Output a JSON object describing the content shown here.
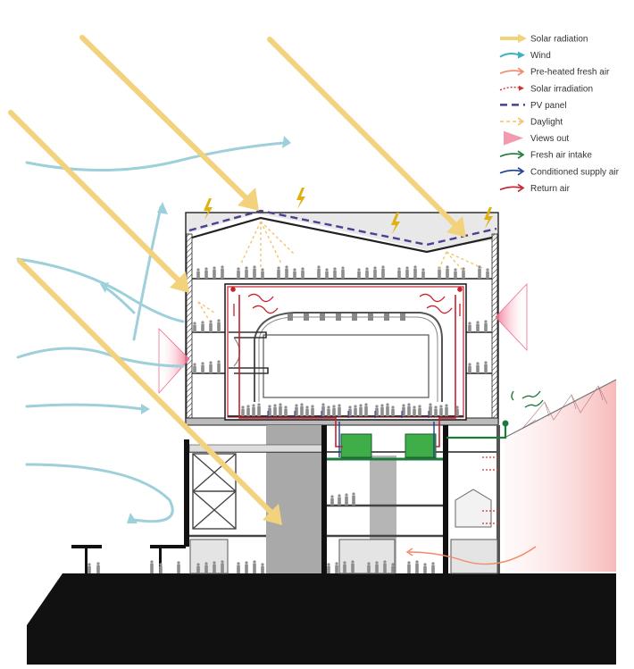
{
  "legend": {
    "items": [
      {
        "key": "solar-radiation",
        "label": "Solar radiation",
        "symbol": "thick-arrow",
        "color": "#F2D27C"
      },
      {
        "key": "wind",
        "label": "Wind",
        "symbol": "curved-arrow",
        "color": "#3FB0C0"
      },
      {
        "key": "pre-heated-fresh-air",
        "label": "Pre-heated fresh air",
        "symbol": "arrow",
        "color": "#F08A6A"
      },
      {
        "key": "solar-irradiation",
        "label": "Solar irradiation",
        "symbol": "dotted-arrow",
        "color": "#D0342C"
      },
      {
        "key": "pv-panel",
        "label": "PV panel",
        "symbol": "dash",
        "color": "#4B3F8F"
      },
      {
        "key": "daylight",
        "label": "Daylight",
        "symbol": "dashed-arrow",
        "color": "#F2C46B"
      },
      {
        "key": "views-out",
        "label": "Views out",
        "symbol": "triangle",
        "color": "#F29AAF"
      },
      {
        "key": "fresh-air-intake",
        "label": "Fresh air intake",
        "symbol": "arrow",
        "color": "#1E7A3C"
      },
      {
        "key": "conditioned-supply-air",
        "label": "Conditioned supply air",
        "symbol": "arrow",
        "color": "#1F3F8F"
      },
      {
        "key": "return-air",
        "label": "Return air",
        "symbol": "arrow",
        "color": "#C8202E"
      }
    ]
  },
  "colors": {
    "solar": "#F2D27C",
    "wind": "#9DD0DA",
    "ground": "#111111",
    "structure": "#222222",
    "roof_fill": "#E6E6E6",
    "duct_red": "#C8202E",
    "duct_green": "#1E7A3C",
    "duct_blue": "#1F3F8F",
    "ahu_green": "#3FAE49",
    "column_grey": "#A9A9A9",
    "people_grey": "#8E8E8E",
    "view_pink": "#F29AAF",
    "bolt": "#E0B012"
  }
}
